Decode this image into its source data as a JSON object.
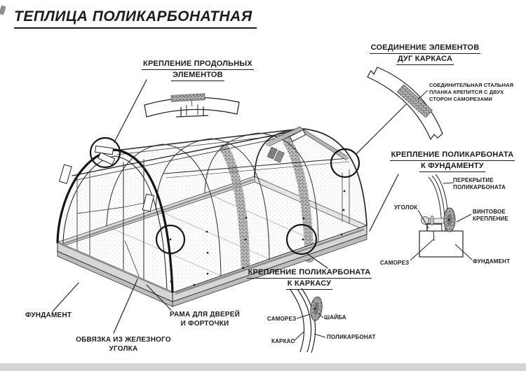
{
  "title": "ТЕПЛИЦА ПОЛИКАРБОНАТНАЯ",
  "headings": {
    "longitudinal": {
      "line1": "КРЕПЛЕНИЕ ПРОДОЛЬНЫХ",
      "line2": "ЭЛЕМЕНТОВ"
    },
    "arc_joint": {
      "line1": "СОЕДИНЕНИЕ ЭЛЕМЕНТОВ",
      "line2": "ДУГ КАРКАСА"
    },
    "poly_foundation": {
      "line1": "КРЕПЛЕНИЕ ПОЛИКАРБОНАТА",
      "line2": "К ФУНДАМЕНТУ"
    },
    "poly_frame": {
      "line1": "КРЕПЛЕНИЕ ПОЛИКАРБОНАТА",
      "line2": "К КАРКАСУ"
    }
  },
  "notes": {
    "arc_joint_note": {
      "line1": "СОЕДИНИТЕЛЬНАЯ СТАЛЬНАЯ",
      "line2": "ПЛАНКА КРЕПИТСЯ С ДВУХ",
      "line3": "СТОРОН САМОРЕЗАМИ"
    }
  },
  "foundation_detail": {
    "overlap": {
      "line1": "ПЕРЕКРЫТИЕ",
      "line2": "ПОЛИКАРБОНАТА"
    },
    "angle": "УГОЛОК",
    "screw_mount": {
      "line1": "ВИНТОВОЕ",
      "line2": "КРЕПЛЕНИЕ"
    },
    "screw": "САМОРЕЗ",
    "foundation": "ФУНДАМЕНТ"
  },
  "frame_detail": {
    "screw": "САМОРЕЗ",
    "washer": "ШАЙБА",
    "frame": "КАРКАС",
    "polycarbonate": "ПОЛИКАРБОНАТ"
  },
  "base_labels": {
    "foundation": "ФУНДАМЕНТ",
    "door_frame": {
      "line1": "РАМА ДЛЯ ДВЕРЕЙ",
      "line2": "И ФОРТОЧКИ"
    },
    "strapping": {
      "line1": "ОБВЯЗКА ИЗ ЖЕЛЕЗНОГО",
      "line2": "УГОЛКА"
    }
  },
  "colors": {
    "ink": "#1c1c1c",
    "beam": "#d6d6d6",
    "strip": "#d4d4d4"
  }
}
